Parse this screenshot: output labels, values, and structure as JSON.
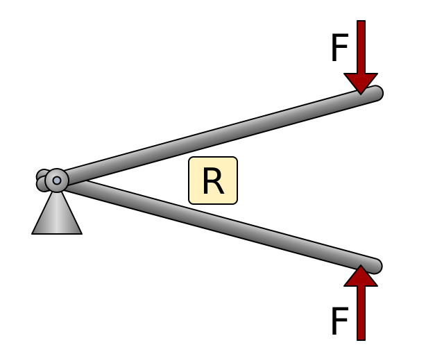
{
  "labels": {
    "force_top": "F",
    "force_bottom": "F",
    "center": "R"
  },
  "colors": {
    "arrow": "#a00000",
    "label_box": "#fff2bf",
    "rod": "#8c8c8c",
    "pivot": "#9a9a9a"
  }
}
